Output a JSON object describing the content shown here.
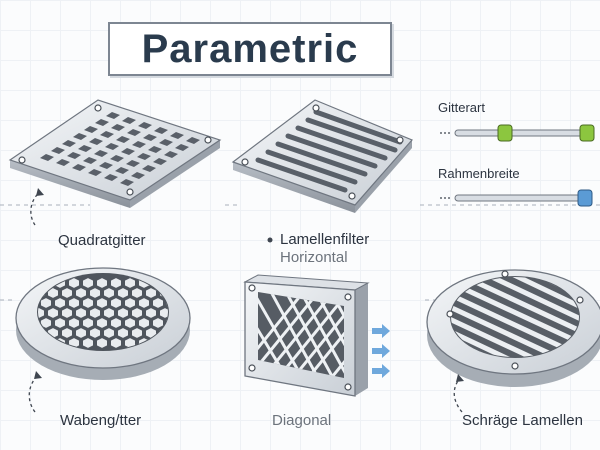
{
  "title": "Parametric",
  "items": [
    {
      "id": "quadratgitter",
      "label": "Quadratgitter"
    },
    {
      "id": "lamellenfilter",
      "label": "Lamellenfilter",
      "sublabel": "Horizontal"
    },
    {
      "id": "wabengitter",
      "label": "Wabeng/tter"
    },
    {
      "id": "diagonal",
      "label": "Diagonal"
    },
    {
      "id": "schraege",
      "label": "Schräge Lamellen"
    }
  ],
  "controls": [
    {
      "label": "Gitterart",
      "value": 0.9,
      "accent": "#8cc63f"
    },
    {
      "label": "Rahmenbreite",
      "value": 1.0,
      "accent": "#5b9bd5"
    }
  ],
  "colors": {
    "ink": "#2c3440",
    "muted": "#6c737c",
    "green": "#8cc63f",
    "blue": "#5b9bd5"
  }
}
